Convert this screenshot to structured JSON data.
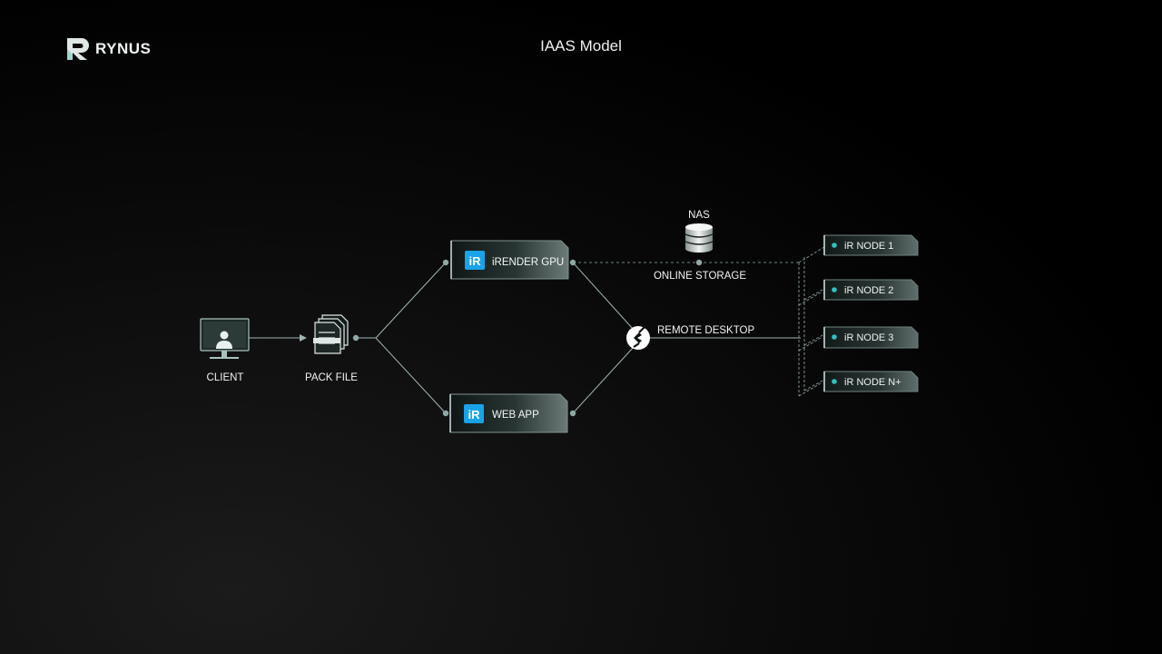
{
  "brand": {
    "name": "RYNUS",
    "logo_icon": "rynus-logo-icon"
  },
  "page": {
    "title": "IAAS Model"
  },
  "diagram": {
    "client": {
      "label": "CLIENT",
      "icon": "monitor-user-icon"
    },
    "pack_file": {
      "label": "PACK FILE",
      "icon": "files-stack-icon"
    },
    "irender_gpu": {
      "label": "iRENDER GPU",
      "icon": "ir-logo-icon"
    },
    "web_app": {
      "label": "WEB APP",
      "icon": "ir-logo-icon"
    },
    "nas": {
      "label": "NAS",
      "icon": "database-icon"
    },
    "online_storage": {
      "label": "ONLINE STORAGE"
    },
    "remote_desktop": {
      "label": "REMOTE DESKTOP",
      "icon": "remote-desktop-icon"
    },
    "nodes": [
      {
        "label": "iR NODE 1"
      },
      {
        "label": "iR NODE 2"
      },
      {
        "label": "iR NODE 3"
      },
      {
        "label": "iR NODE N+"
      }
    ],
    "colors": {
      "accent": "#2ec4c4",
      "line": "#9fb5b2",
      "ir_blue": "#1aa3e8"
    }
  }
}
